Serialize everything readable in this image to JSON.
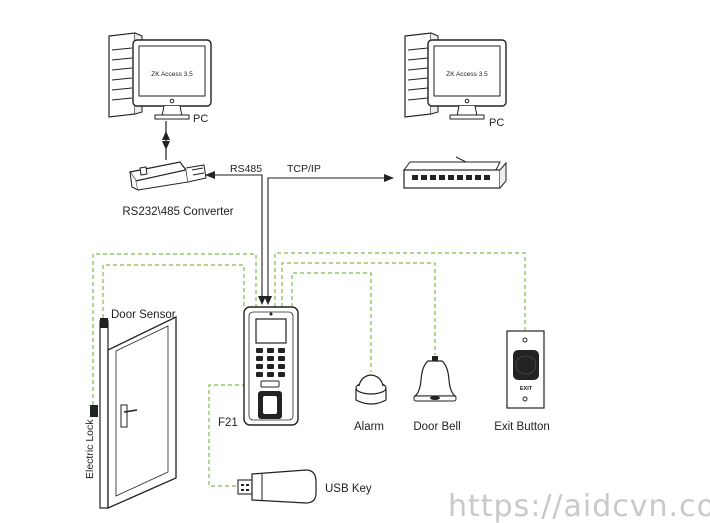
{
  "pc_left": {
    "screen_text": "ZK Access 3.5",
    "label": "PC"
  },
  "pc_right": {
    "screen_text": "ZK Access 3.5",
    "label": "PC"
  },
  "converter": {
    "label": "RS232\\485 Converter"
  },
  "links": {
    "rs485": "RS485",
    "tcpip": "TCP/IP"
  },
  "terminal": {
    "label": "F21",
    "exit_badge": "EXIT"
  },
  "door": {
    "sensor_label": "Door Sensor",
    "lock_label": "Electric Lock"
  },
  "devices": {
    "alarm": "Alarm",
    "door_bell": "Door Bell",
    "exit_button": "Exit Button",
    "usb_key": "USB Key"
  },
  "watermark": "https://aidcvn.com",
  "colors": {
    "wire_dashed": "#7bbf4b",
    "line": "#222222",
    "watermark": "#c9c9c9"
  }
}
